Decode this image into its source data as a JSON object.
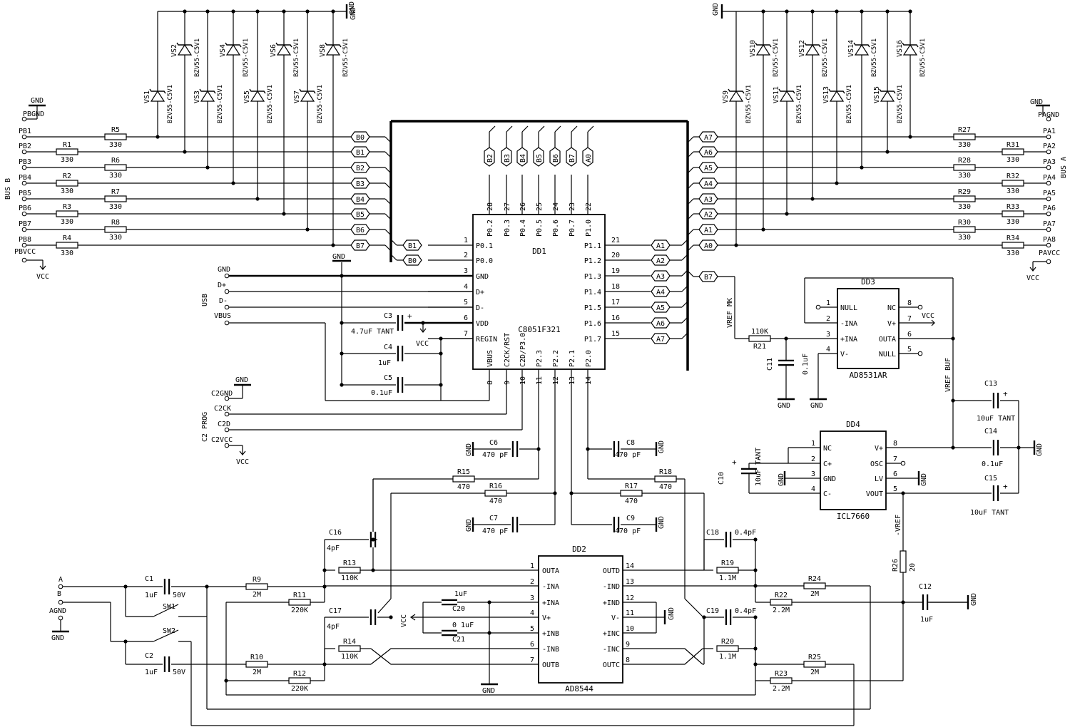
{
  "ics": {
    "dd1": {
      "ref": "DD1",
      "part": "C8051F321",
      "left": [
        [
          "1",
          "P0.1"
        ],
        [
          "2",
          "P0.0"
        ],
        [
          "3",
          "GND"
        ],
        [
          "4",
          "D+"
        ],
        [
          "5",
          "D-"
        ],
        [
          "6",
          "VDD"
        ],
        [
          "7",
          "REGIN"
        ]
      ],
      "right": [
        [
          "21",
          "P1.1"
        ],
        [
          "20",
          "P1.2"
        ],
        [
          "19",
          "P1.3"
        ],
        [
          "18",
          "P1.4"
        ],
        [
          "17",
          "P1.5"
        ],
        [
          "16",
          "P1.6"
        ],
        [
          "15",
          "P1.7"
        ]
      ],
      "top": [
        [
          "28",
          "P0.2"
        ],
        [
          "27",
          "P0.3"
        ],
        [
          "26",
          "P0.4"
        ],
        [
          "25",
          "P0.5"
        ],
        [
          "24",
          "P0.6"
        ],
        [
          "23",
          "P0.7"
        ],
        [
          "22",
          "P1.0"
        ]
      ],
      "bottom": [
        [
          "8",
          "VBUS"
        ],
        [
          "9",
          "C2CK/RST"
        ],
        [
          "10",
          "C2D/P3.0"
        ],
        [
          "11",
          "P2.3"
        ],
        [
          "12",
          "P2.2"
        ],
        [
          "13",
          "P2.1"
        ],
        [
          "14",
          "P2.0"
        ]
      ]
    },
    "dd2": {
      "ref": "DD2",
      "part": "AD8544",
      "left": [
        [
          "1",
          "OUTA"
        ],
        [
          "2",
          "-INA"
        ],
        [
          "3",
          "+INA"
        ],
        [
          "4",
          "V+"
        ],
        [
          "5",
          "+INB"
        ],
        [
          "6",
          "-INB"
        ],
        [
          "7",
          "OUTB"
        ]
      ],
      "right": [
        [
          "14",
          "OUTD"
        ],
        [
          "13",
          "-IND"
        ],
        [
          "12",
          "+IND"
        ],
        [
          "11",
          "V-"
        ],
        [
          "10",
          "+INC"
        ],
        [
          "9",
          "-INC"
        ],
        [
          "8",
          "OUTC"
        ]
      ]
    },
    "dd3": {
      "ref": "DD3",
      "part": "AD8531AR",
      "left": [
        [
          "1",
          "NULL"
        ],
        [
          "2",
          "-INA"
        ],
        [
          "3",
          "+INA"
        ],
        [
          "4",
          "V-"
        ]
      ],
      "right": [
        [
          "8",
          "NC"
        ],
        [
          "7",
          "V+"
        ],
        [
          "6",
          "OUTA"
        ],
        [
          "5",
          "NULL"
        ]
      ]
    },
    "dd4": {
      "ref": "DD4",
      "part": "ICL7660",
      "left": [
        [
          "1",
          "NC"
        ],
        [
          "2",
          "C+"
        ],
        [
          "3",
          "GND"
        ],
        [
          "4",
          "C-"
        ]
      ],
      "right": [
        [
          "8",
          "V+"
        ],
        [
          "7",
          "OSC"
        ],
        [
          "6",
          "LV"
        ],
        [
          "5",
          "VOUT"
        ]
      ]
    }
  },
  "bus_b": {
    "label": "BUS B",
    "gnd": "PBGND",
    "vcc": "PBVCC",
    "pins": [
      "PB1",
      "PB2",
      "PB3",
      "PB4",
      "PB5",
      "PB6",
      "PB7",
      "PB8"
    ],
    "resistors": [
      [
        "R5",
        "330"
      ],
      [
        "R1",
        "330"
      ],
      [
        "R6",
        "330"
      ],
      [
        "R2",
        "330"
      ],
      [
        "R7",
        "330"
      ],
      [
        "R3",
        "330"
      ],
      [
        "R8",
        "330"
      ],
      [
        "R4",
        "330"
      ]
    ],
    "tags": [
      "B0",
      "B1",
      "B2",
      "B3",
      "B4",
      "B5",
      "B6",
      "B7"
    ]
  },
  "bus_a": {
    "label": "BUS A",
    "gnd": "PAGND",
    "vcc": "PAVCC",
    "pins": [
      "PA1",
      "PA2",
      "PA3",
      "PA4",
      "PA5",
      "PA6",
      "PA7",
      "PA8"
    ],
    "resistors": [
      [
        "R27",
        "330"
      ],
      [
        "R31",
        "330"
      ],
      [
        "R28",
        "330"
      ],
      [
        "R32",
        "330"
      ],
      [
        "R29",
        "330"
      ],
      [
        "R33",
        "330"
      ],
      [
        "R30",
        "330"
      ],
      [
        "R34",
        "330"
      ]
    ],
    "tags": [
      "A7",
      "A6",
      "A5",
      "A4",
      "A3",
      "A2",
      "A1",
      "A0"
    ]
  },
  "zeners_b": [
    "VS1",
    "VS2",
    "VS3",
    "VS4",
    "VS5",
    "VS6",
    "VS7",
    "VS8"
  ],
  "zeners_a": [
    "VS9",
    "VS10",
    "VS11",
    "VS12",
    "VS13",
    "VS14",
    "VS15",
    "VS16"
  ],
  "zener_part": "BZV55-C5V1",
  "top_tags": [
    "B2",
    "B3",
    "B4",
    "B5",
    "B6",
    "B7",
    "A0"
  ],
  "dd1_left_tags": [
    "B1",
    "B0"
  ],
  "dd1_right_tags": [
    "A1",
    "A2",
    "A3",
    "A4",
    "A5",
    "A6",
    "A7"
  ],
  "usb": {
    "label": "USB",
    "gnd": "GND",
    "dp": "D+",
    "dm": "D-",
    "vbus": "VBUS"
  },
  "c2": {
    "label": "C2 PROG",
    "gnd": "C2GND",
    "ck": "C2CK",
    "d": "C2D",
    "vcc": "C2VCC"
  },
  "caps": {
    "c3": [
      "C3",
      "4.7uF TANT"
    ],
    "c4": [
      "C4",
      "1uF"
    ],
    "c5": [
      "C5",
      "0.1uF"
    ],
    "c6": [
      "C6",
      "470 pF"
    ],
    "c7": [
      "C7",
      "470 pF"
    ],
    "c8": [
      "C8",
      "470 pF"
    ],
    "c9": [
      "C9",
      "470 pF"
    ],
    "c16": [
      "C16",
      "4pF"
    ],
    "c17": [
      "C17",
      "4pF"
    ],
    "c18": [
      "C18",
      "0.4pF"
    ],
    "c19": [
      "C19",
      "0.4pF"
    ],
    "c20": [
      "C20",
      "1uF"
    ],
    "c21": [
      "C21",
      "0 1uF"
    ],
    "c1": [
      "C1",
      "1uF",
      "50V"
    ],
    "c2": [
      "C2",
      "1uF",
      "50V"
    ],
    "c11": [
      "C11",
      "0.1uF"
    ],
    "c10": [
      "C10",
      "10uF TANT"
    ],
    "c13": [
      "C13",
      "10uF TANT"
    ],
    "c14": [
      "C14",
      "0.1uF"
    ],
    "c15": [
      "C15",
      "10uF TANT"
    ],
    "c12": [
      "C12",
      "1uF"
    ]
  },
  "res": {
    "r15": [
      "R15",
      "470"
    ],
    "r16": [
      "R16",
      "470"
    ],
    "r17": [
      "R17",
      "470"
    ],
    "r18": [
      "R18",
      "470"
    ],
    "r13": [
      "R13",
      "110K"
    ],
    "r14": [
      "R14",
      "110K"
    ],
    "r19": [
      "R19",
      "1.1M"
    ],
    "r20": [
      "R20",
      "1.1M"
    ],
    "r9": [
      "R9",
      "2M"
    ],
    "r10": [
      "R10",
      "2M"
    ],
    "r11": [
      "R11",
      "220K"
    ],
    "r12": [
      "R12",
      "220K"
    ],
    "r22": [
      "R22",
      "2.2M"
    ],
    "r23": [
      "R23",
      "2.2M"
    ],
    "r24": [
      "R24",
      "2M"
    ],
    "r25": [
      "R25",
      "2M"
    ],
    "r21": [
      "R21",
      "110K"
    ],
    "r26": [
      "R26",
      "20"
    ]
  },
  "inputs": {
    "a": "A",
    "b": "B",
    "agnd": "AGND",
    "sw1": "SW1",
    "sw2": "SW2"
  },
  "nets": {
    "gnd": "GND",
    "vcc": "VCC",
    "vref_mk": "VREF MK",
    "vref_buf": "VREF BUF",
    "neg_vref": "-VREF",
    "dd3_vcc": "VCC"
  }
}
